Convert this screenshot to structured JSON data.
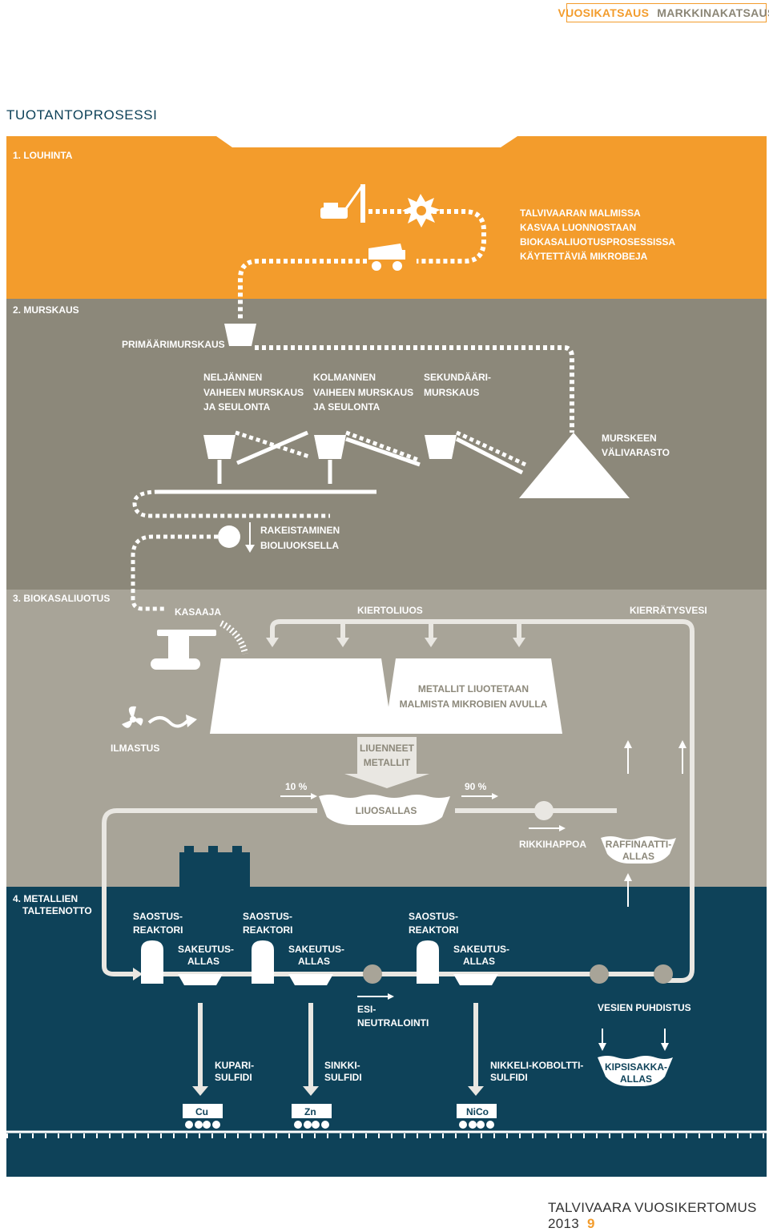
{
  "header": {
    "tag_active": "VUOSIKATSAUS",
    "tag_inactive": "MARKKINAKATSAUS"
  },
  "title": "TUOTANTOPROSESSI",
  "sections": {
    "louhinta": "1. LOUHINTA",
    "murskaus": "2. MURSKAUS",
    "biokasaliuotus": "3. BIOKASALIUOTUS",
    "talteenotto_1": "4. METALLIEN",
    "talteenotto_2": "TALTEENOTTO"
  },
  "labels": {
    "microbes": [
      "TALVIVAARAN MALMISSA",
      "KASVAA LUONNOSTAAN",
      "BIOKASALIUOTUSPROSESSISSA",
      "KÄYTETTÄVIÄ MIKROBEJA"
    ],
    "primary": "PRIMÄÄRIMURSKAUS",
    "fourth": [
      "NELJÄNNEN",
      "VAIHEEN MURSKAUS",
      "JA SEULONTA"
    ],
    "third": [
      "KOLMANNEN",
      "VAIHEEN MURSKAUS",
      "JA SEULONTA"
    ],
    "secondary": [
      "SEKUNDÄÄRI-",
      "MURSKAUS"
    ],
    "stockpile": [
      "MURSKEEN",
      "VÄLIVARASTO"
    ],
    "agglom": [
      "RAKEISTAMINEN",
      "BIOLIUOKSELLA"
    ],
    "stacker": "KASAAJA",
    "circulation": "KIERTOLIUOS",
    "recycled": "KIERRÄTYSVESI",
    "leached": [
      "METALLIT LIUOTETAAN",
      "MALMISTA MIKROBIEN AVULLA"
    ],
    "aeration": "ILMASTUS",
    "dissolved": [
      "LIUENNEET",
      "METALLIT"
    ],
    "pct10": "10 %",
    "pct90": "90 %",
    "pls_pond": "LIUOSALLAS",
    "acid": "RIKKIHAPPOA",
    "raffinate": [
      "RAFFINAATTI-",
      "ALLAS"
    ],
    "reactor": [
      "SAOSTUS-",
      "REAKTORI"
    ],
    "thickener": [
      "SAKEUTUS-",
      "ALLAS"
    ],
    "preneutral": [
      "ESI-",
      "NEUTRALOINTI"
    ],
    "water": "VESIEN PUHDISTUS",
    "copper": [
      "KUPARI-",
      "SULFIDI"
    ],
    "zinc": [
      "SINKKI-",
      "SULFIDI"
    ],
    "nickel": [
      "NIKKELI-KOBOLTTI-",
      "SULFIDI"
    ],
    "gypsum": [
      "KIPSISAKKA-",
      "ALLAS"
    ],
    "cu": "Cu",
    "zn": "Zn",
    "nico": "NiCo"
  },
  "colors": {
    "orange": "#f39c2c",
    "grey_dark": "#8c887a",
    "grey_light": "#a8a498",
    "navy": "#0e4259",
    "light": "#e9e7e2"
  },
  "footer": {
    "text": "TALVIVAARA VUOSIKERTOMUS 2013",
    "page": "9"
  }
}
